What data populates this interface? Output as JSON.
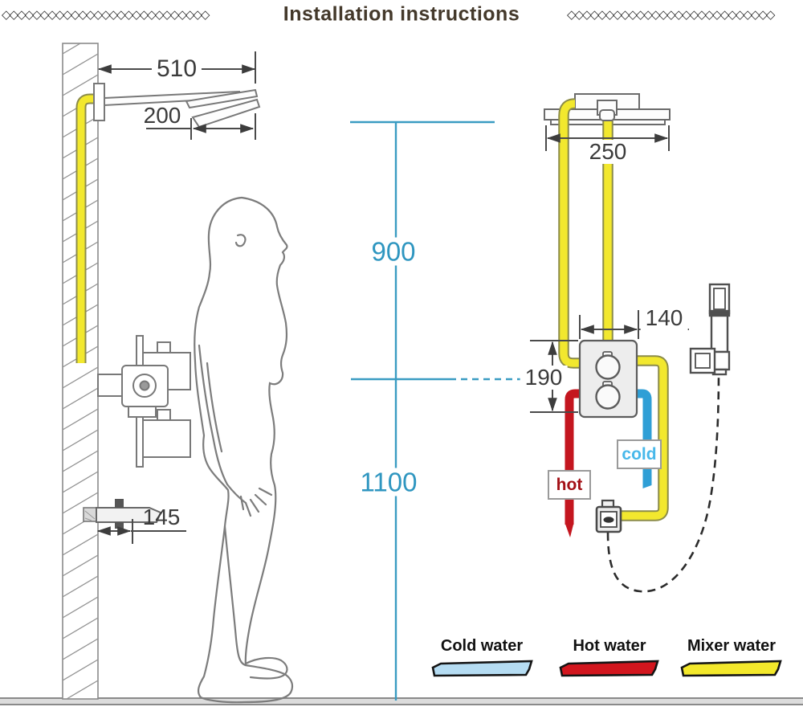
{
  "header": {
    "title": "Installation instructions",
    "decor_left": "◇◇◇◇◇◇◇◇◇◇◇◇◇◇◇◇◇◇◇◇◇◇◇◇◇◇◇",
    "decor_right": "◇◇◇◇◇◇◇◇◇◇◇◇◇◇◇◇◇◇◇◇◇◇◇◇◇◇◇"
  },
  "dimensions_mm": {
    "arm_reach": "510",
    "head_length": "200",
    "head_above_valve": "900",
    "valve_mount_height": "1100",
    "spout_reach": "145",
    "rain_head_width": "250",
    "valve_width": "140",
    "valve_box_height": "190"
  },
  "pipe_tags": {
    "hot": "hot",
    "cold": "cold"
  },
  "legend": {
    "items": [
      {
        "label": "Cold water",
        "color": "#b5dcf2"
      },
      {
        "label": "Hot water",
        "color": "#d2161e"
      },
      {
        "label": "Mixer water",
        "color": "#f3e82b"
      }
    ]
  }
}
